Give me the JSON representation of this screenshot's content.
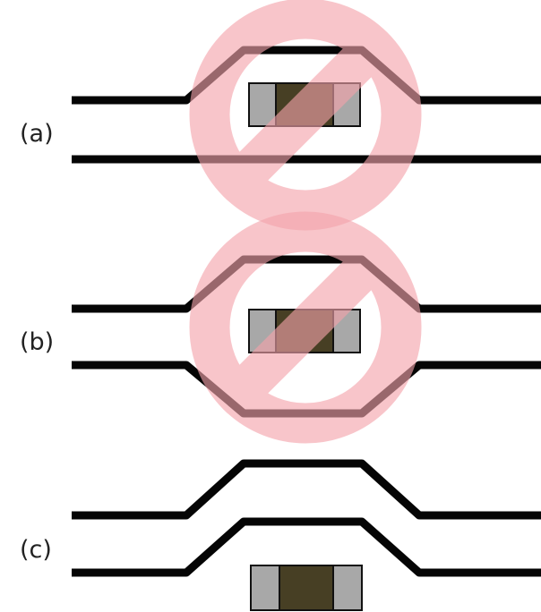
{
  "panels": [
    {
      "label": "(a)",
      "variant": "one-trace-detoured",
      "prohibited": true
    },
    {
      "label": "(b)",
      "variant": "both-traces-straddle",
      "prohibited": true
    },
    {
      "label": "(c)",
      "variant": "both-traces-detoured",
      "prohibited": false
    }
  ],
  "colors": {
    "trace": "#050505",
    "pad": "#a8a8a8",
    "component_body": "#473f24",
    "outline": "#111111",
    "prohibition": "#f0a0a8"
  },
  "icons": {
    "prohibition": "prohibited-sign-icon",
    "component": "smd-component-icon"
  }
}
